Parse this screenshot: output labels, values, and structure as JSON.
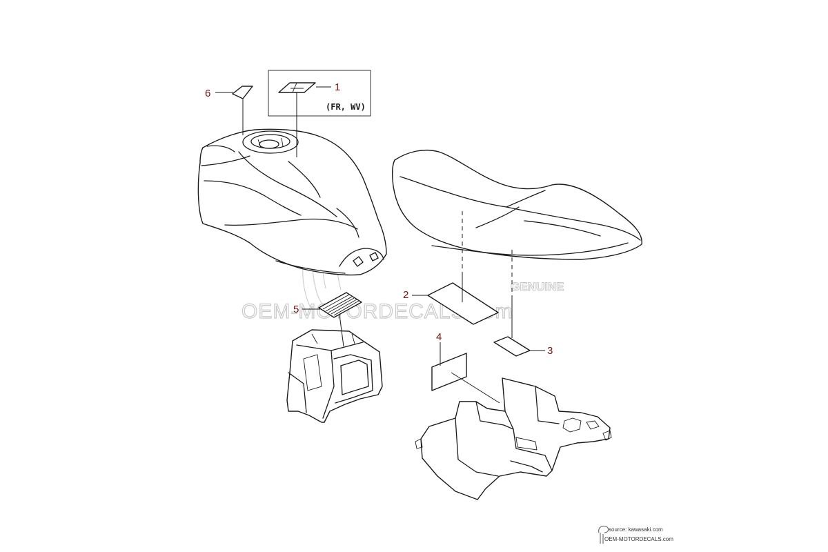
{
  "callouts": [
    {
      "id": "1",
      "label": "1"
    },
    {
      "id": "2",
      "label": "2"
    },
    {
      "id": "3",
      "label": "3"
    },
    {
      "id": "4",
      "label": "4"
    },
    {
      "id": "5",
      "label": "5"
    },
    {
      "id": "6",
      "label": "6"
    }
  ],
  "note": "(FR, WV)",
  "watermark": {
    "main": "OEM-MOTORDECALS.com",
    "badge": "GENUINE"
  },
  "credit": {
    "source": "source: kawasaki.com",
    "site": "OEM-MOTORDECALS.com"
  },
  "colors": {
    "line": "#1a1a1a",
    "callout": "#7a1212",
    "watermark": "#c9c9c9"
  }
}
